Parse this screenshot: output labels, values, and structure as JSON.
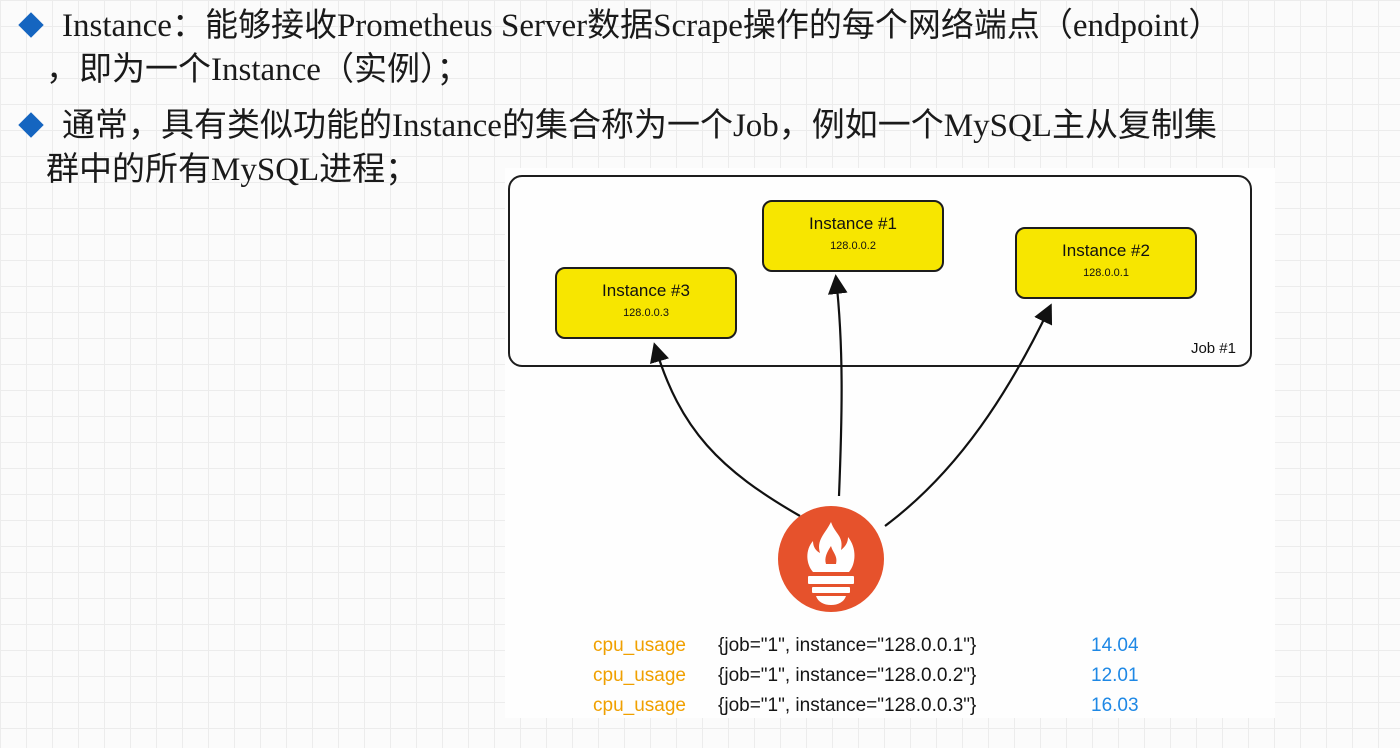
{
  "bullets": [
    {
      "line1": "Instance：能够接收Prometheus Server数据Scrape操作的每个网络端点（endpoint）",
      "line2": "，即为一个Instance（实例）；"
    },
    {
      "line1": "通常，具有类似功能的Instance的集合称为一个Job，例如一个MySQL主从复制集",
      "line2": "群中的所有MySQL进程；"
    }
  ],
  "diagram": {
    "job_label": "Job #1",
    "instances": [
      {
        "name": "Instance #1",
        "address": "128.0.0.2"
      },
      {
        "name": "Instance #2",
        "address": "128.0.0.1"
      },
      {
        "name": "Instance #3",
        "address": "128.0.0.3"
      }
    ],
    "colors": {
      "instance_fill": "#f7e600",
      "logo": "#e6522c",
      "bullet": "#1565c0"
    },
    "logo_icon": "prometheus-logo-icon"
  },
  "metrics": [
    {
      "name": "cpu_usage",
      "labels": "{job=\"1\", instance=\"128.0.0.1\"}",
      "value": "14.04"
    },
    {
      "name": "cpu_usage",
      "labels": "{job=\"1\", instance=\"128.0.0.2\"}",
      "value": "12.01"
    },
    {
      "name": "cpu_usage",
      "labels": "{job=\"1\", instance=\"128.0.0.3\"}",
      "value": "16.03"
    }
  ],
  "metric_colors": {
    "name": "#f0a000",
    "value": "#1e88e5"
  }
}
